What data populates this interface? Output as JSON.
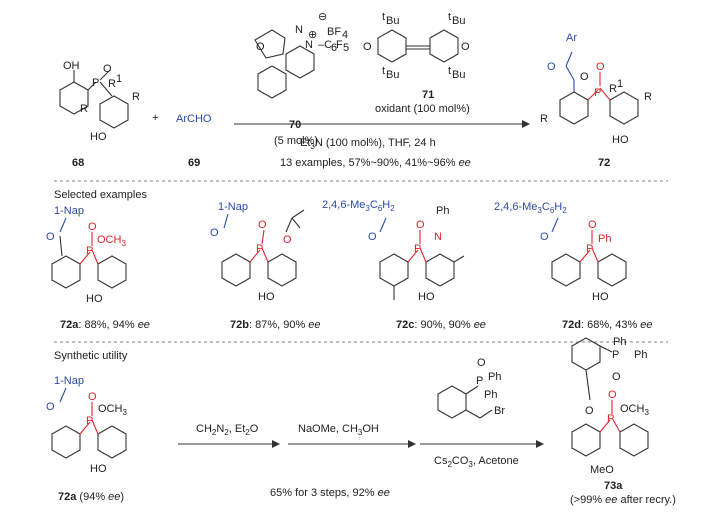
{
  "scheme": {
    "reactant_68": {
      "label": "68",
      "groups": [
        "OH",
        "P",
        "O",
        "R",
        "1",
        "R",
        "R",
        "HO"
      ]
    },
    "reagent_69": {
      "text": "ArCHO",
      "label": "69"
    },
    "plus": "+",
    "catalyst_70": {
      "label": "70",
      "loading": "(5 mol%)",
      "anion": "BF",
      "anion_sub": "4",
      "charge": "⊕",
      "neg_charge": "⊖",
      "n_sub": "N",
      "aryl": "–C",
      "aryl_sub1": "6",
      "aryl_f": "F",
      "aryl_sub2": "5",
      "O": "O",
      "N1": "N",
      "N2": "N"
    },
    "oxidant_71": {
      "label": "71",
      "loading": "oxidant (100 mol%)",
      "tbu": "Bu",
      "t": "t",
      "O1": "O",
      "O2": "O"
    },
    "conditions": {
      "base": "Et",
      "base_sub": "3",
      "base_rest": "N (100 mol%), THF, 24 h"
    },
    "summary": {
      "text1": "13 examples, 57%~90%, 41%~96% ",
      "ee": "ee"
    },
    "product_72": {
      "label": "72",
      "Ar": "Ar",
      "O_ester": "O",
      "R": "R",
      "P": "P",
      "O_p": "O",
      "R1": "R",
      "R1_sup": "1",
      "R2": "R",
      "HO": "HO"
    }
  },
  "selected": {
    "heading": "Selected examples",
    "items": [
      {
        "id": "72a",
        "top": "1-Nap",
        "P_group": "OCH",
        "P_sub": "3",
        "yield": ": 88%, 94% ",
        "ee": "ee"
      },
      {
        "id": "72b",
        "top": "1-Nap",
        "P_group": "O",
        "yield": ": 87%, 90% ",
        "ee": "ee"
      },
      {
        "id": "72c",
        "top": "2,4,6-Me",
        "top_sub1": "3",
        "top_c": "C",
        "top_sub2": "6",
        "top_h": "H",
        "top_sub3": "2",
        "P_group": "N",
        "P_top": "Ph",
        "yield": ": 90%, 90% ",
        "ee": "ee"
      },
      {
        "id": "72d",
        "top": "2,4,6-Me",
        "top_sub1": "3",
        "top_c": "C",
        "top_sub2": "6",
        "top_h": "H",
        "top_sub3": "2",
        "P_group": "Ph",
        "yield": ": 68%, 43% ",
        "ee": "ee"
      }
    ],
    "common": {
      "O": "O",
      "P": "P",
      "HO": "HO"
    }
  },
  "utility": {
    "heading": "Synthetic utility",
    "start": {
      "top": "1-Nap",
      "label": "72a",
      "ee_text": " (94% ",
      "ee": "ee",
      "close": ")",
      "P_group": "OCH",
      "P_sub": "3"
    },
    "step1": {
      "a": "CH",
      "a_sub": "2",
      "b": "N",
      "b_sub": "2",
      "c": ", Et",
      "c_sub": "2",
      "d": "O"
    },
    "step2": {
      "text": "NaOMe, CH",
      "sub": "3",
      "rest": "OH"
    },
    "step3": {
      "text": "Cs",
      "sub1": "2",
      "mid": "CO",
      "sub2": "3",
      "rest": ", Acetone",
      "reagent_ph1": "Ph",
      "reagent_ph2": "Ph",
      "reagent_br": "Br",
      "reagent_O": "O",
      "reagent_P": "P"
    },
    "overall": {
      "text": "65% for 3 steps, 92% ",
      "ee": "ee"
    },
    "product": {
      "label": "73a",
      "note1": "(>99% ",
      "ee": "ee",
      "note2": " after recry.)",
      "ph1": "Ph",
      "ph2": "Ph",
      "P": "P",
      "O": "O",
      "OCH": "OCH",
      "sub": "3",
      "MeO": "MeO"
    }
  }
}
